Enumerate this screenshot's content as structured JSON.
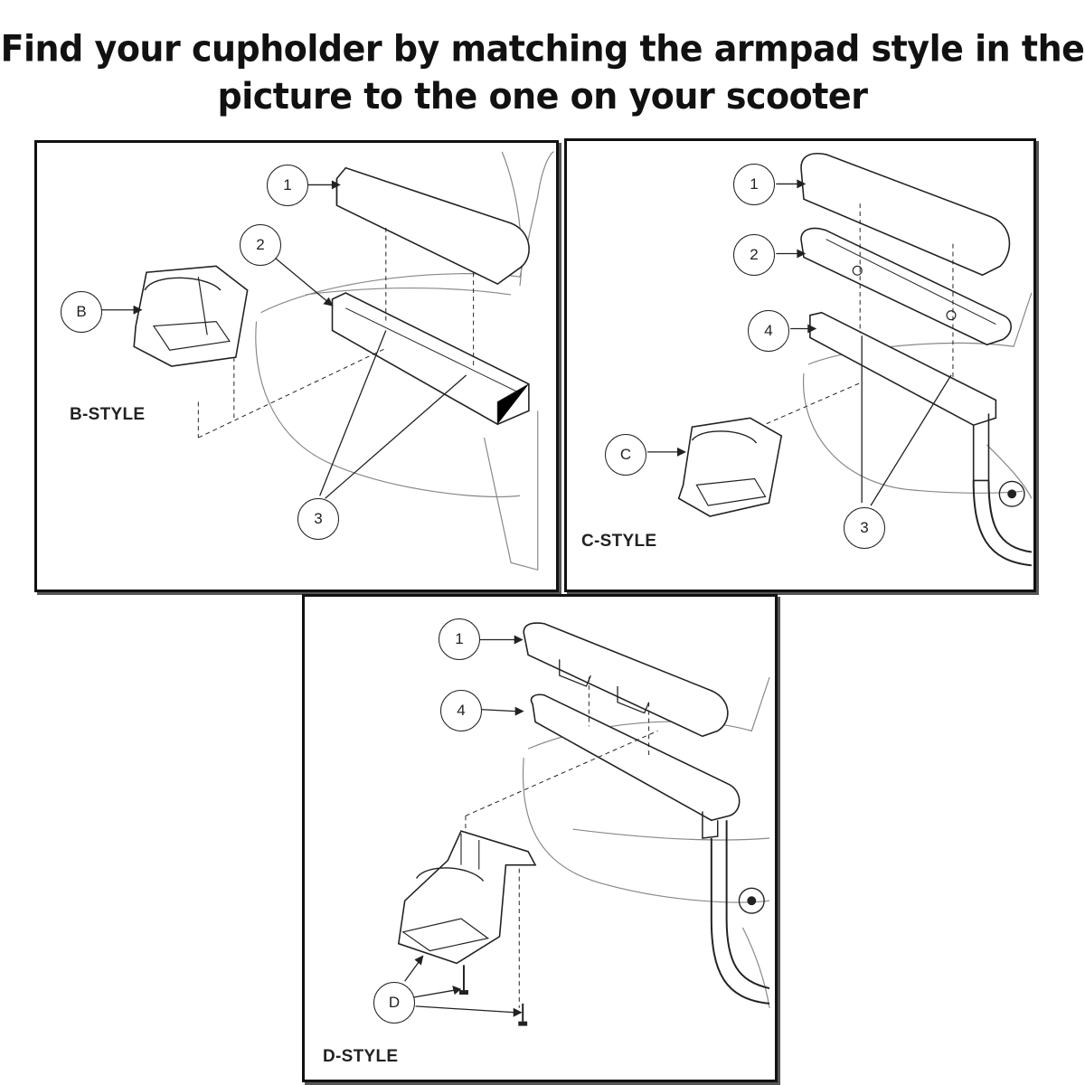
{
  "heading": {
    "line1": "Find your cupholder by matching the armpad style in the",
    "line2": "picture to the one on your scooter"
  },
  "panels": {
    "b": {
      "style_label": "B-STYLE",
      "callouts": {
        "c1": "1",
        "c2": "2",
        "c3": "3",
        "cB": "B"
      }
    },
    "c": {
      "style_label": "C-STYLE",
      "callouts": {
        "c1": "1",
        "c2": "2",
        "c4": "4",
        "c3": "3",
        "cC": "C"
      }
    },
    "d": {
      "style_label": "D-STYLE",
      "callouts": {
        "c1": "1",
        "c4": "4",
        "cD": "D"
      }
    }
  }
}
